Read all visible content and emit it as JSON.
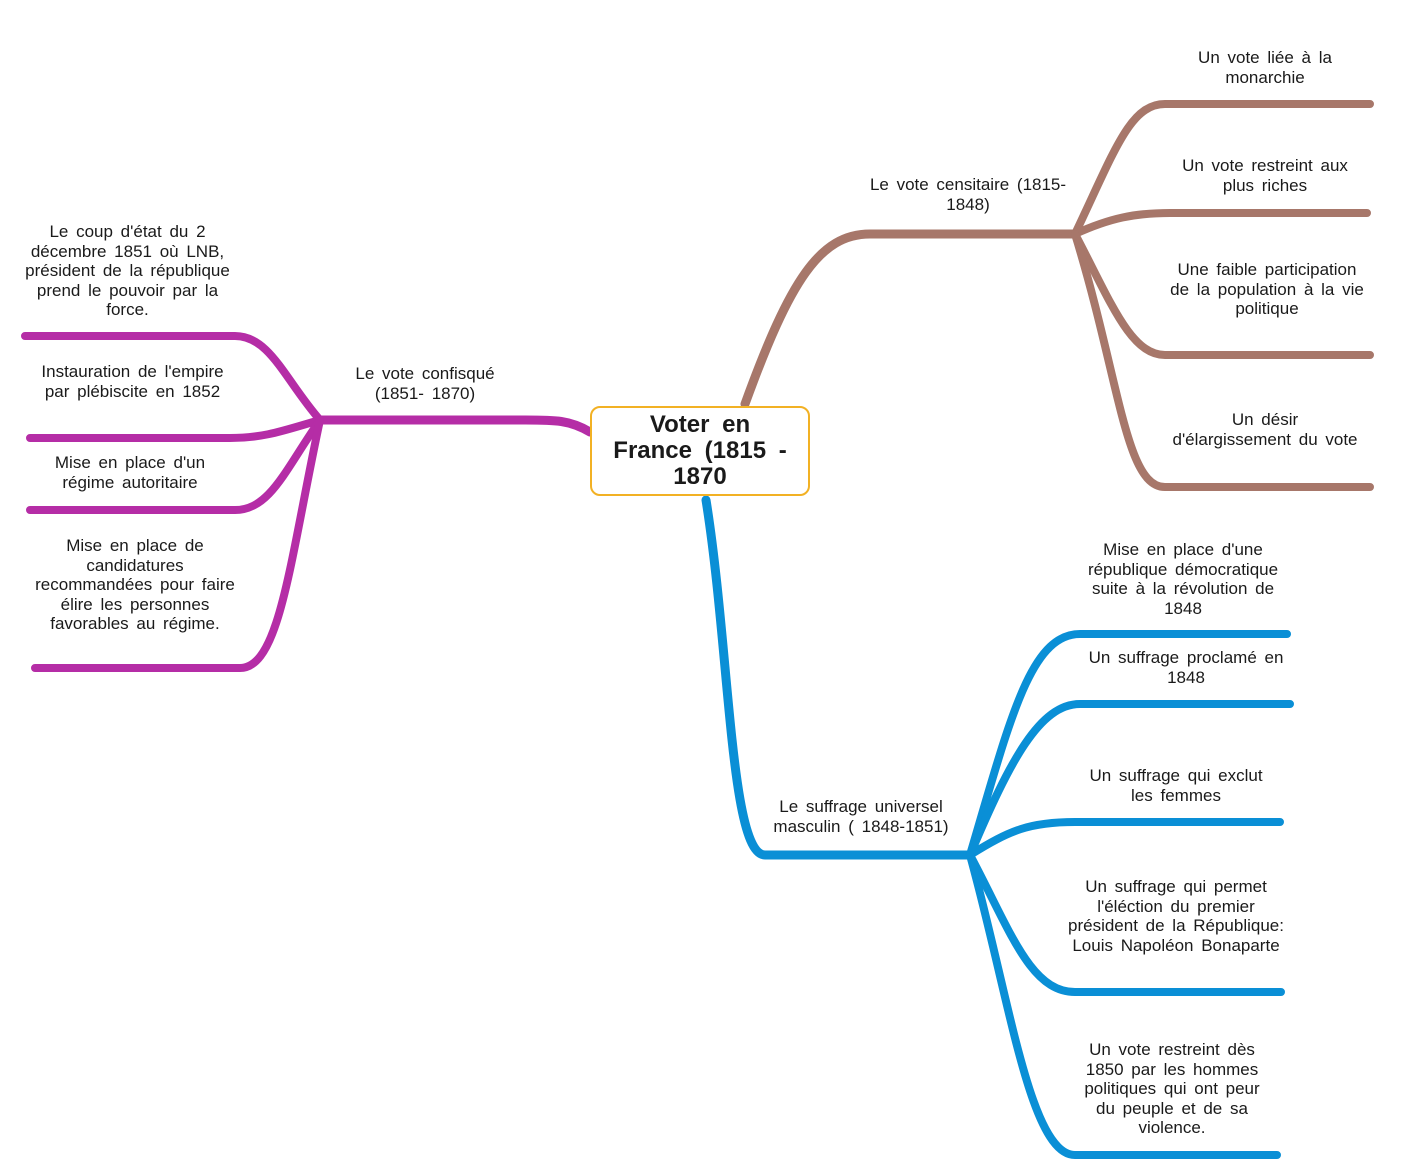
{
  "central_topic": "Voter en France (1815 - 1870",
  "colors": {
    "central_border": "#f2b124",
    "censitaire": "#a7776a",
    "confisque": "#b52da6",
    "universel": "#0a8fd6"
  },
  "branches": {
    "censitaire": {
      "label": "Le vote censitaire (1815-1848)",
      "leaves": [
        "Un vote liée à la monarchie",
        "Un vote restreint aux plus riches",
        "Une faible participation de la population à la vie politique",
        "Un désir d'élargissement du vote"
      ]
    },
    "confisque": {
      "label": "Le vote confisqué (1851- 1870)",
      "leaves": [
        "Le coup d'état du 2 décembre 1851 où LNB, président de la république prend le pouvoir par la force.",
        "Instauration de l'empire par plébiscite en 1852",
        "Mise en place d'un régime autoritaire",
        "Mise en place de candidatures recommandées pour faire élire les personnes favorables au régime."
      ]
    },
    "universel": {
      "label": "Le suffrage universel masculin ( 1848-1851)",
      "leaves": [
        "Mise en place d'une république démocratique suite à la révolution de 1848",
        "Un suffrage proclamé en 1848",
        "Un suffrage qui exclut les femmes",
        "Un suffrage qui permet l'éléction du premier président de la République: Louis Napoléon Bonaparte",
        "Un vote restreint dès 1850 par les hommes politiques qui ont peur du peuple et de sa violence."
      ]
    }
  }
}
